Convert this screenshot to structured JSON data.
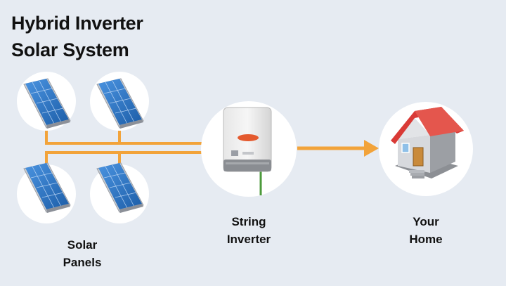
{
  "title": {
    "line1": "Hybrid Inverter",
    "line2": "Solar System"
  },
  "labels": {
    "solar_panels": {
      "line1": "Solar",
      "line2": "Panels"
    },
    "string_inverter": {
      "line1": "String",
      "line2": "Inverter"
    },
    "your_home": {
      "line1": "Your",
      "line2": "Home"
    }
  },
  "icons": {
    "panel": "solar-panel-icon",
    "inverter": "inverter-icon",
    "home": "house-icon",
    "arrow": "arrow-right-icon"
  },
  "colors": {
    "background": "#e6ebf2",
    "circle": "#ffffff",
    "connector": "#f2a33a",
    "ground_wire": "#4c9a3c",
    "panel_blue": "#2f74c8",
    "roof_red": "#d93a36"
  }
}
